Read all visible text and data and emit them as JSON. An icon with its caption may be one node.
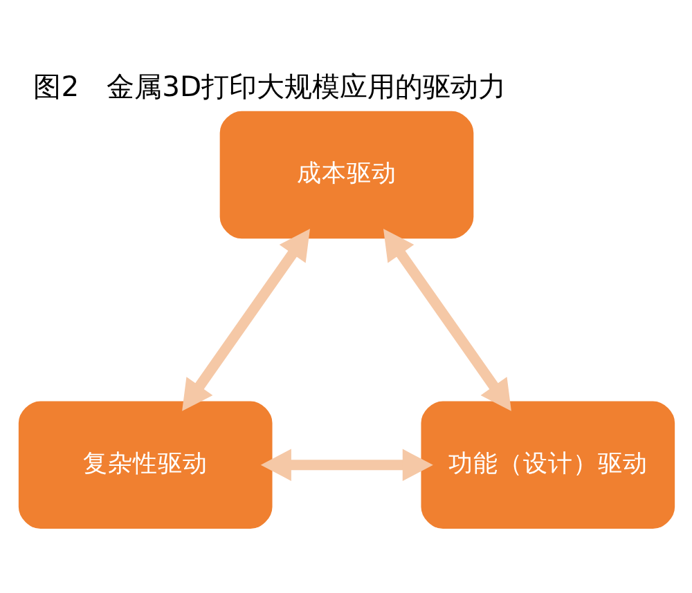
{
  "diagram": {
    "title": "图2　金属3D打印大规模应用的驱动力",
    "nodes": [
      {
        "text": [
          "成本驱动"
        ]
      },
      {
        "text": [
          "复杂性驱动"
        ]
      },
      {
        "text": [
          "功能（设计）驱动"
        ]
      }
    ],
    "edges": [
      {
        "from": 0,
        "to": 1,
        "arrow": "both"
      },
      {
        "from": 0,
        "to": 2,
        "arrow": "both"
      },
      {
        "from": 1,
        "to": 2,
        "arrow": "both"
      }
    ]
  }
}
